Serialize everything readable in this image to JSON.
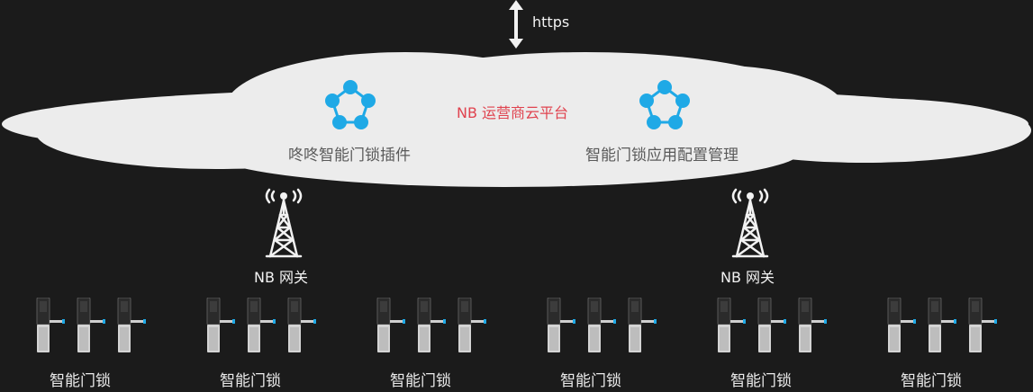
{
  "top": {
    "protocol_label": "https"
  },
  "cloud": {
    "title": "NB 运营商云平台",
    "left_plugin_label": "咚咚智能门锁插件",
    "right_app_label": "智能门锁应用配置管理",
    "node_color": "#1fa9e6",
    "title_color": "#e0434f"
  },
  "gateways": [
    {
      "label": "NB 网关"
    },
    {
      "label": "NB 网关"
    }
  ],
  "lock_groups": [
    {
      "label": "智能门锁"
    },
    {
      "label": "智能门锁"
    },
    {
      "label": "智能门锁"
    },
    {
      "label": "智能门锁"
    },
    {
      "label": "智能门锁"
    },
    {
      "label": "智能门锁"
    }
  ],
  "icons": {
    "arrow": "double-arrow-icon",
    "network": "network-node-icon",
    "tower": "signal-tower-icon",
    "lock": "smart-lock-icon"
  }
}
